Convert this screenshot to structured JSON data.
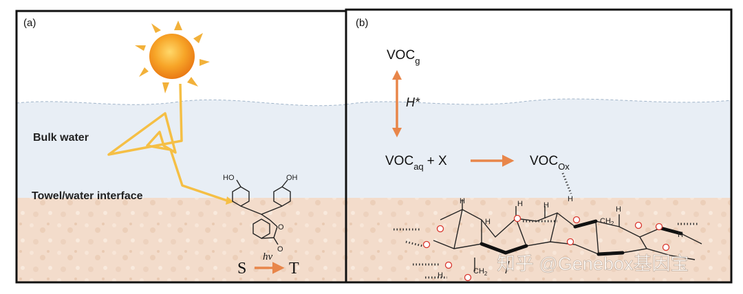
{
  "panel_a": {
    "label": "(a)",
    "bulk_water": "Bulk water",
    "interface": "Towel/water interface",
    "molecule_atoms": {
      "oh_left": "HO",
      "oh_right": "OH",
      "o_ring": "O",
      "o_carbonyl": "O"
    },
    "reaction": {
      "from": "S",
      "over": "hν",
      "to": "T"
    }
  },
  "panel_b": {
    "label": "(b)",
    "voc_g": {
      "main": "VOC",
      "sub": "g"
    },
    "henry": "H*",
    "voc_aq": {
      "main": "VOC",
      "sub": "aq"
    },
    "plus_x": "+ X",
    "voc_ox": {
      "main": "VOC",
      "sub": "Ox"
    },
    "cellulose_atoms": {
      "H": "H",
      "O": "O",
      "CH2": "CH",
      "sub2": "2"
    }
  },
  "watermark": "知乎 @Genebox基因宝",
  "colors": {
    "sky": "#ffffff",
    "water": "#e8eef5",
    "towel": "#f3dccb",
    "orange": "#e8864a",
    "sun_ray": "#f2c04a",
    "red_o": "#d9342b",
    "border": "#111111"
  }
}
